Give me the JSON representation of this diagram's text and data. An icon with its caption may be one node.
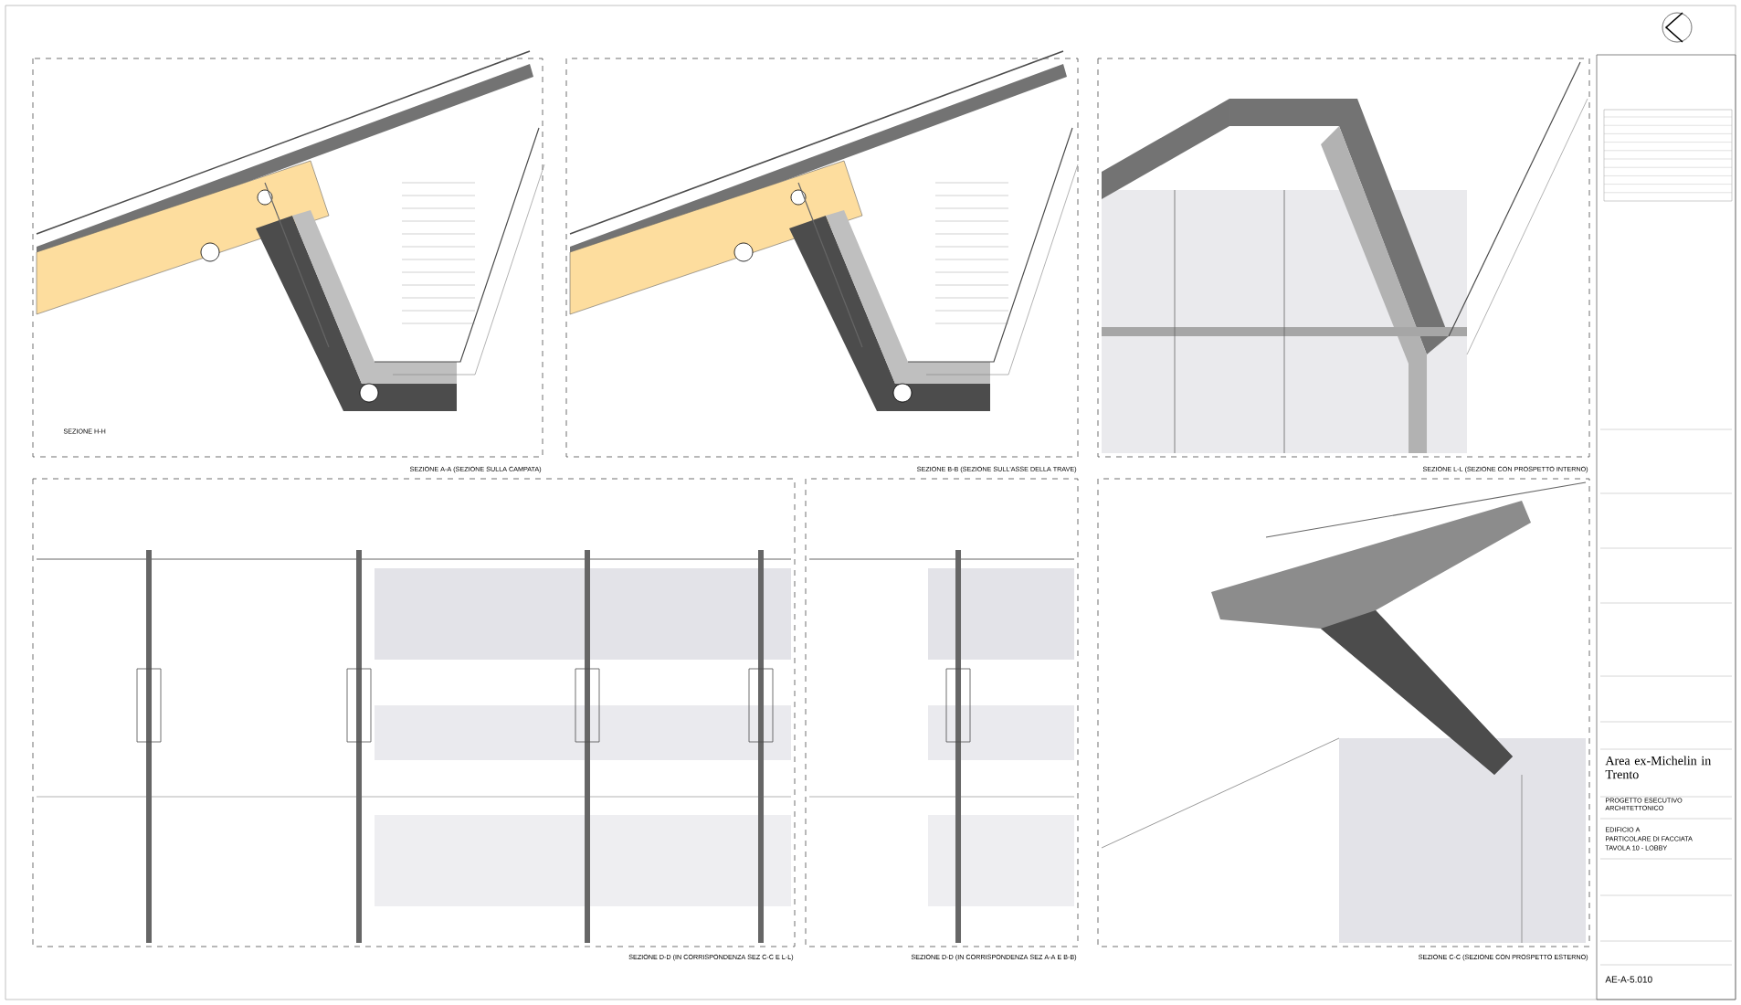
{
  "diagram": {
    "labels": [
      "SEZIONE A-A (SEZIONE SULLA CAMPATA)",
      "SEZIONE B-B (SEZIONE SULL'ASSE DELLA TRAVE)",
      "SEZIONE L-L (SEZIONE CON PROSPETTO INTERNO)",
      "SEZIONE D-D (IN CORRISPONDENZA SEZ C-C E L-L)",
      "SEZIONE D-D (IN CORRISPONDENZA SEZ A-A E B-B)",
      "SEZIONE C-C (SEZIONE CON PROSPETTO ESTERNO)",
      "SEZIONE H-H",
      "Area ex-Michelin in Trento",
      "PROGETTO ESECUTIVO ARCHITETTONICO",
      "EDIFICIO A",
      "PARTICOLARE DI FACCIATA",
      "TAVOLA 10 - LOBBY",
      "AE-A-5.010"
    ]
  }
}
